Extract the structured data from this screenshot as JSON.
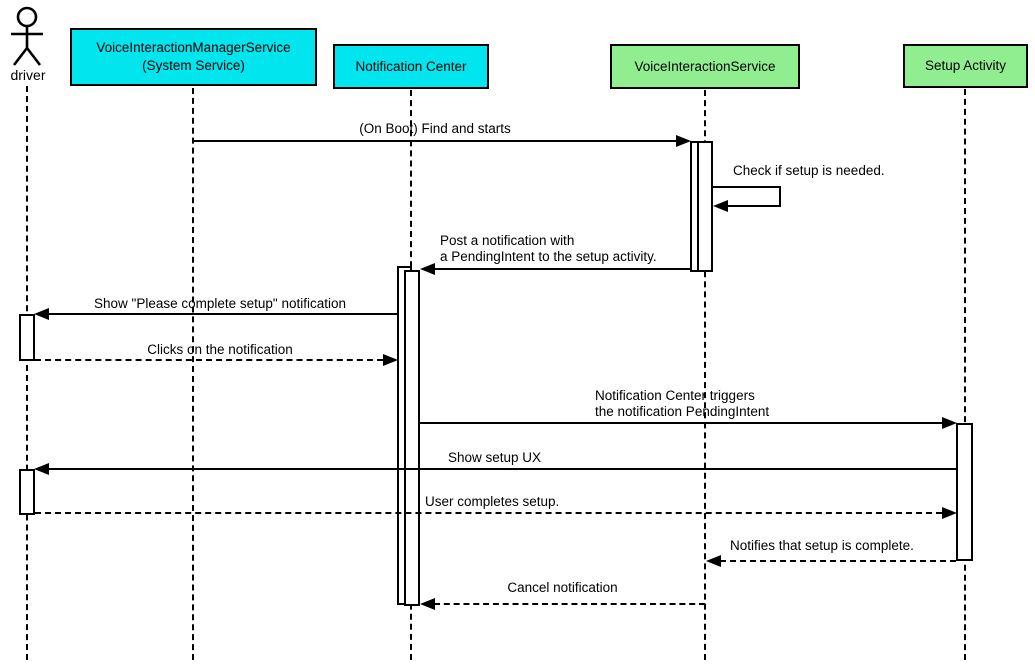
{
  "colors": {
    "participant_cyan": "#00e5ee",
    "participant_green": "#90ee90",
    "line": "#000000",
    "background": "#ffffff"
  },
  "actor": {
    "label": "driver"
  },
  "participants": [
    {
      "name": "voice-interaction-manager-service",
      "label": "VoiceInteractionManagerService\n(System Service)",
      "color": "#00e5ee"
    },
    {
      "name": "notification-center",
      "label": "Notification Center",
      "color": "#00e5ee"
    },
    {
      "name": "voice-interaction-service",
      "label": "VoiceInteractionService",
      "color": "#90ee90"
    },
    {
      "name": "setup-activity",
      "label": "Setup Activity",
      "color": "#90ee90"
    }
  ],
  "messages": [
    {
      "label": "(On Boot) Find and starts",
      "from": "VoiceInteractionManagerService (System Service)",
      "to": "VoiceInteractionService",
      "line": "solid"
    },
    {
      "label": "Check if setup is needed.",
      "from": "VoiceInteractionService",
      "to": "VoiceInteractionService",
      "line": "solid",
      "self_message": true
    },
    {
      "label": "Post a notification with\na PendingIntent to the setup activity.",
      "from": "VoiceInteractionService",
      "to": "Notification Center",
      "line": "solid"
    },
    {
      "label": "Show \"Please complete setup\" notification",
      "from": "Notification Center",
      "to": "driver",
      "line": "solid"
    },
    {
      "label": "Clicks on the notification",
      "from": "driver",
      "to": "Notification Center",
      "line": "dashed"
    },
    {
      "label": "Notification Center triggers\nthe notification PendingIntent",
      "from": "Notification Center",
      "to": "Setup Activity",
      "line": "solid"
    },
    {
      "label": "Show setup UX",
      "from": "Setup Activity",
      "to": "driver",
      "line": "solid"
    },
    {
      "label": "User completes setup.",
      "from": "driver",
      "to": "Setup Activity",
      "line": "dashed"
    },
    {
      "label": "Notifies that setup is complete.",
      "from": "Setup Activity",
      "to": "VoiceInteractionService",
      "line": "dashed"
    },
    {
      "label": "Cancel notification",
      "from": "VoiceInteractionService",
      "to": "Notification Center",
      "line": "dashed"
    }
  ]
}
